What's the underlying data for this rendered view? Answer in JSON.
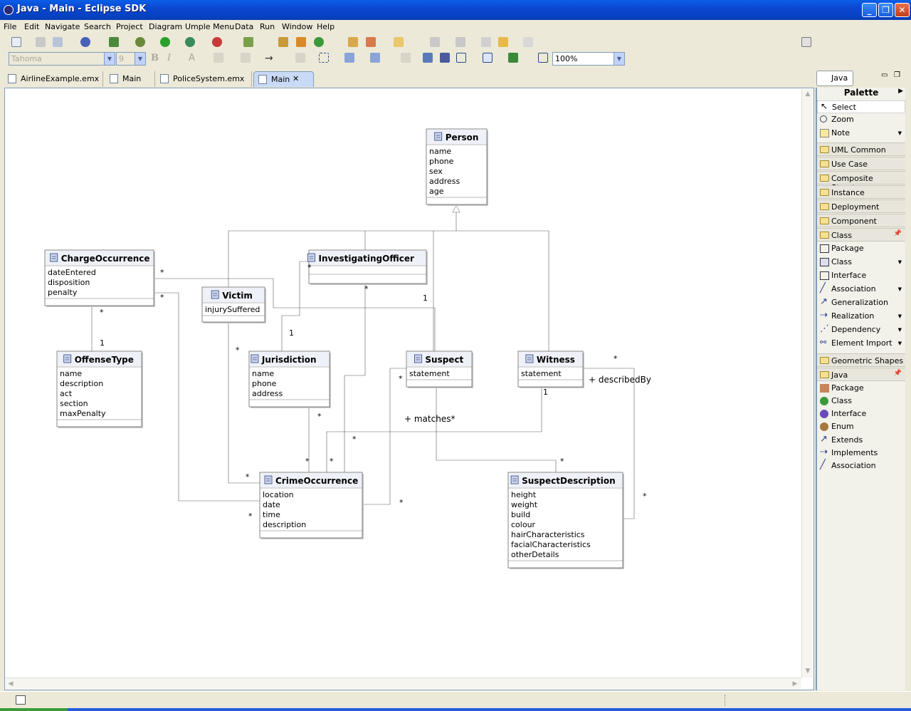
{
  "window": {
    "title": "Java - Main - Eclipse SDK"
  },
  "menu": [
    "File",
    "Edit",
    "Navigate",
    "Search",
    "Project",
    "Diagram",
    "Umple Menu",
    "Data",
    "Run",
    "Window",
    "Help"
  ],
  "toolbar": {
    "font_name": "Tahoma",
    "font_size": "9",
    "zoom": "100%"
  },
  "perspective": {
    "label": "Java"
  },
  "tabs": [
    "AirlineExample.emx",
    "Main",
    "PoliceSystem.emx",
    "Main"
  ],
  "palette": {
    "title": "Palette",
    "tools": [
      "Select",
      "Zoom",
      "Note"
    ],
    "drawers_top": [
      "UML Common",
      "Use Case",
      "Composite Structure",
      "Instance",
      "Deployment",
      "Component",
      "Class"
    ],
    "class_items": [
      "Package",
      "Class",
      "Interface",
      "Association",
      "Generalization",
      "Realization",
      "Dependency",
      "Element Import"
    ],
    "drawers_mid": [
      "Geometric Shapes",
      "Java"
    ],
    "java_items": [
      "Package",
      "Class",
      "Interface",
      "Enum",
      "Extends",
      "Implements",
      "Association"
    ]
  },
  "diagram": {
    "classes": [
      {
        "name": "Person",
        "attrs": [
          "name",
          "phone",
          "sex",
          "address",
          "age"
        ]
      },
      {
        "name": "ChargeOccurrence",
        "attrs": [
          "dateEntered",
          "disposition",
          "penalty"
        ]
      },
      {
        "name": "InvestigatingOfficer",
        "attrs": []
      },
      {
        "name": "Victim",
        "attrs": [
          "injurySuffered"
        ]
      },
      {
        "name": "OffenseType",
        "attrs": [
          "name",
          "description",
          "act",
          "section",
          "maxPenalty"
        ]
      },
      {
        "name": "Jurisdiction",
        "attrs": [
          "name",
          "phone",
          "address"
        ]
      },
      {
        "name": "Suspect",
        "attrs": [
          "statement"
        ]
      },
      {
        "name": "Witness",
        "attrs": [
          "statement"
        ]
      },
      {
        "name": "CrimeOccurrence",
        "attrs": [
          "location",
          "date",
          "time",
          "description"
        ]
      },
      {
        "name": "SuspectDescription",
        "attrs": [
          "height",
          "weight",
          "build",
          "colour",
          "hairCharacteristics",
          "facialCharacteristics",
          "otherDetails"
        ]
      }
    ],
    "multiplicities": [
      "*",
      "*",
      "*",
      "1",
      "1",
      "*",
      "1",
      "*",
      "*",
      "*",
      "*",
      "*",
      "*",
      "*",
      "*",
      "*",
      "*",
      "1",
      "*",
      "*",
      "*"
    ],
    "role_labels": [
      "+ describedBy",
      "+ matches*"
    ]
  }
}
